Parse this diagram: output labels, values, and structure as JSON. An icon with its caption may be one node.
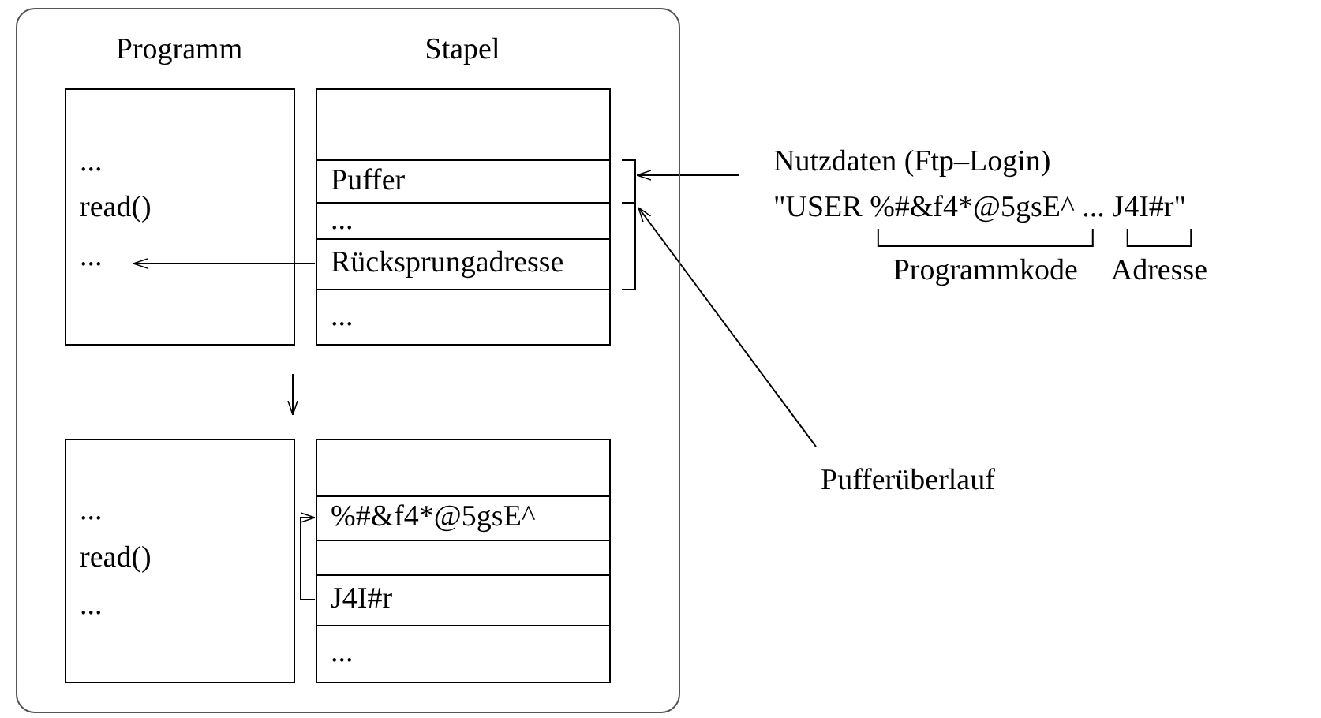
{
  "diagram": {
    "nodes": [
      {
        "text": [],
        "shape": "box"
      },
      {
        "text": [
          "Programm",
          "...",
          "read()",
          "..."
        ],
        "in": 0
      },
      {
        "text": [
          "Stapel"
        ],
        "in": 0
      },
      {
        "text": [
          "Puffer"
        ],
        "in": 2
      },
      {
        "text": [
          "..."
        ],
        "in": 2
      },
      {
        "text": [
          "Rücksprungadresse"
        ],
        "in": 2
      },
      {
        "text": [
          "..."
        ],
        "in": 2
      },
      {
        "text": [
          "...",
          "read()",
          "..."
        ],
        "in": 0
      },
      {
        "text": [],
        "shape": "box",
        "in": 0
      },
      {
        "text": [
          "%#&f4*@5gsE^"
        ],
        "in": 8
      },
      {
        "text": [
          "J4I#r"
        ],
        "in": 8
      },
      {
        "text": [
          "..."
        ],
        "in": 8
      },
      {
        "text": [],
        "shape": "bracket",
        "in": 0
      },
      {
        "text": [],
        "shape": "bracket",
        "in": 0
      },
      {
        "text": [
          "Nutzdaten (Ftp–Login)",
          "\"USER %#&f4*@5gsE^ ... J4I#r\""
        ]
      },
      {
        "text": [
          "Pufferüberlauf"
        ]
      }
    ],
    "edges": [
      {
        "from": 5,
        "to": 1,
        "arrow": "to"
      },
      {
        "from": 10,
        "to": 9,
        "arrow": "to"
      },
      {
        "from": 14,
        "to": 12,
        "arrow": "to"
      },
      {
        "from": 15,
        "to": 13,
        "arrow": "to"
      }
    ],
    "labels": [
      "Programmkode",
      "Adresse"
    ]
  }
}
